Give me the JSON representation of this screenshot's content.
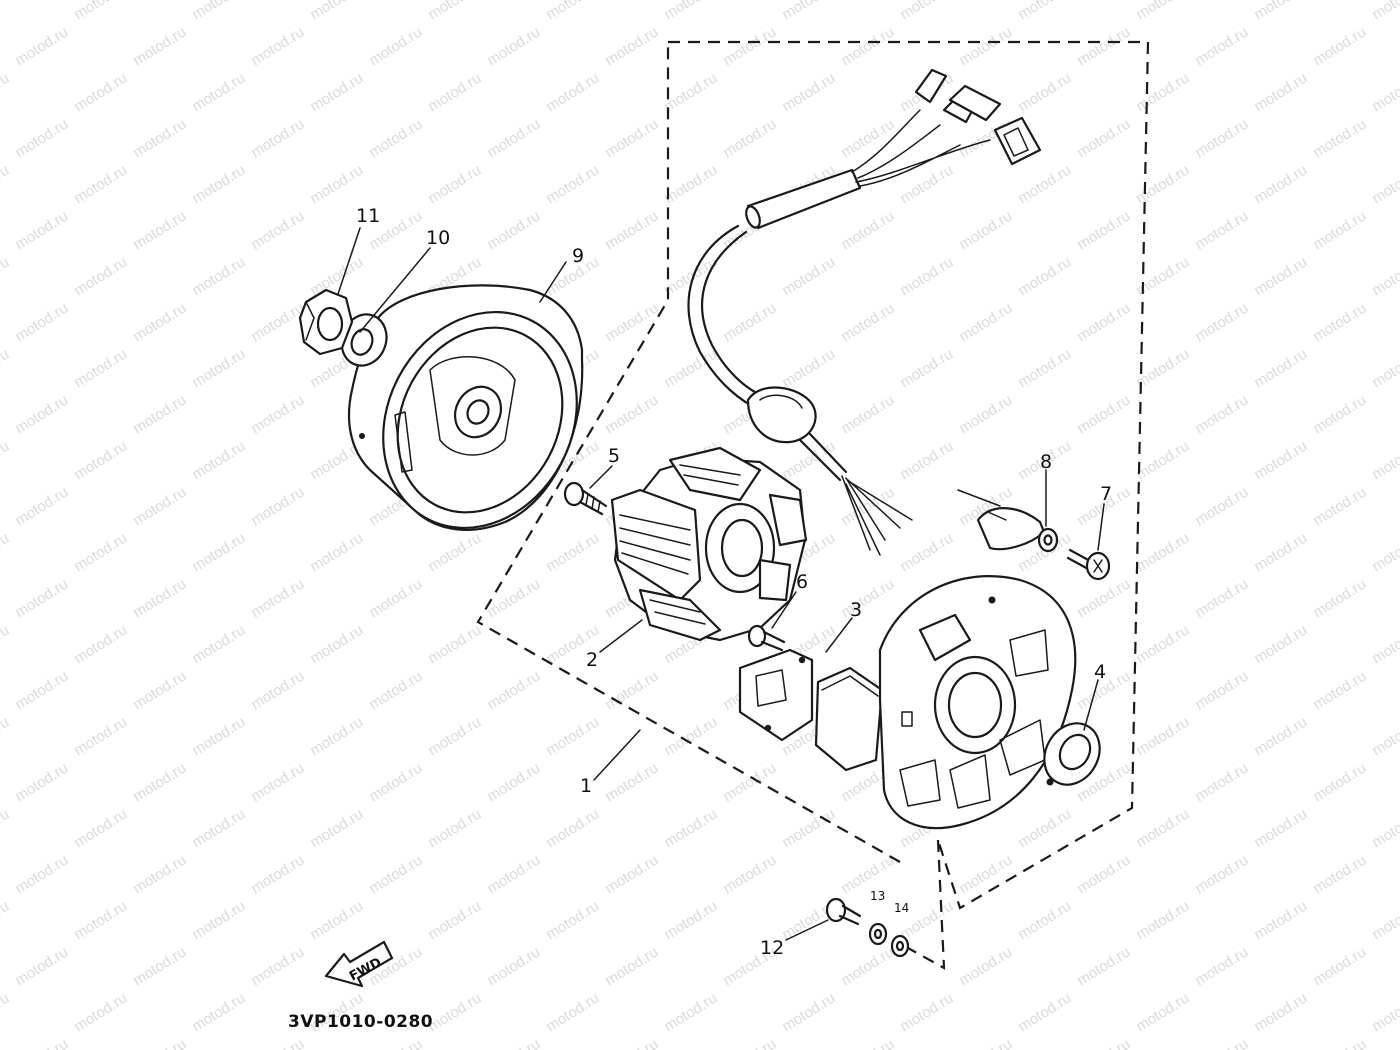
{
  "watermark_text": "motod.ru",
  "drawing_code": "3VP1010-0280",
  "fwd_label": "FWD",
  "callouts": [
    {
      "id": "1",
      "part": "stator-assembly"
    },
    {
      "id": "2",
      "part": "stator-coil"
    },
    {
      "id": "3",
      "part": "pickup-coil"
    },
    {
      "id": "4",
      "part": "oil-seal"
    },
    {
      "id": "5",
      "part": "screw"
    },
    {
      "id": "6",
      "part": "screw"
    },
    {
      "id": "7",
      "part": "screw"
    },
    {
      "id": "8",
      "part": "washer"
    },
    {
      "id": "9",
      "part": "rotor"
    },
    {
      "id": "10",
      "part": "washer"
    },
    {
      "id": "11",
      "part": "nut"
    },
    {
      "id": "12",
      "part": "screw"
    },
    {
      "id": "13",
      "part": "washer"
    },
    {
      "id": "14",
      "part": "washer"
    }
  ],
  "colors": {
    "ink": "#1a1a1a",
    "watermark": "#9aa0a6",
    "background": "#ffffff"
  }
}
